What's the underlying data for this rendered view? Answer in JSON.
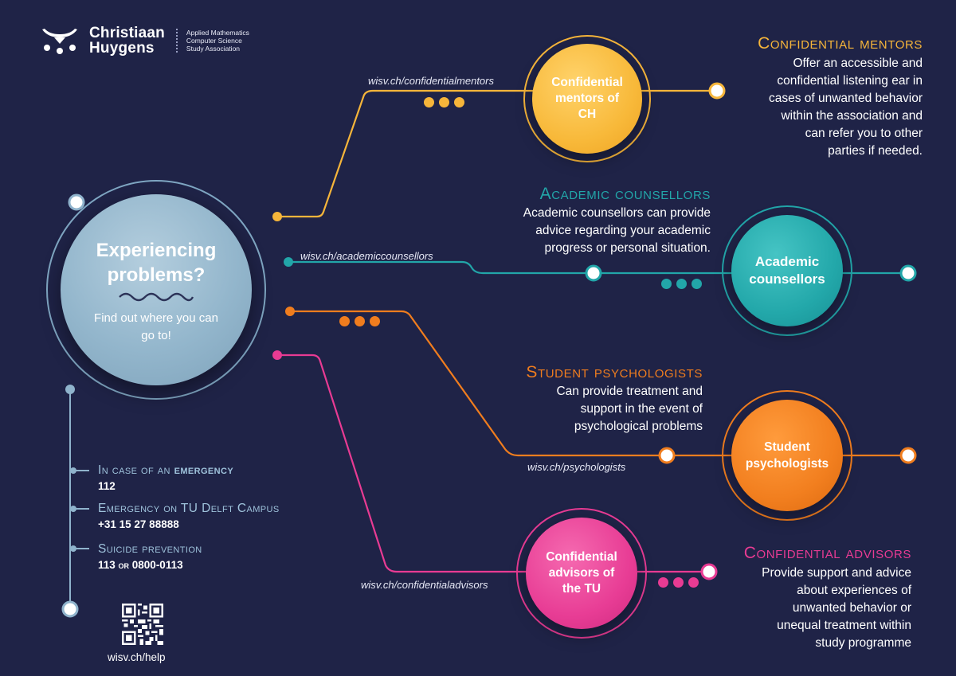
{
  "logo": {
    "name_line1": "Christiaan",
    "name_line2": "Huygens",
    "sub_line1": "Applied Mathematics",
    "sub_line2": "Computer Science",
    "sub_line3": "Study Association",
    "icon": "owl-logo-icon"
  },
  "center": {
    "title": "Experiencing problems?",
    "subtitle": "Find out where you can go to!"
  },
  "colors": {
    "background": "#1f2347",
    "mentors": "#f6b53a",
    "counsellors": "#22a6a9",
    "psychologists": "#f07d1e",
    "advisors": "#e83b93",
    "center": "#8fb3cc"
  },
  "services": [
    {
      "circle_label": "Confidential mentors of CH",
      "heading": "Confidential mentors",
      "description": "Offer an accessible and\nconfidential listening ear in\ncases of unwanted behavior\nwithin the association and\ncan refer you to other\nparties if needed.",
      "url": "wisv.ch/confidentialmentors"
    },
    {
      "circle_label": "Academic counsellors",
      "heading": "Academic counsellors",
      "description": "Academic counsellors can provide\nadvice regarding your academic\nprogress or personal situation.",
      "url": "wisv.ch/academiccounsellors"
    },
    {
      "circle_label": "Student psychologists",
      "heading": "Student psychologists",
      "description": "Can provide treatment and\nsupport in the event of\npsychological problems",
      "url": "wisv.ch/psychologists"
    },
    {
      "circle_label": "Confidential advisors of the TU",
      "heading": "Confidential advisors",
      "description": "Provide support and advice\nabout experiences of\nunwanted behavior or\nunequal treatment within\nstudy programme",
      "url": "wisv.ch/confidentialadvisors"
    }
  ],
  "emergency": [
    {
      "title_prefix": "In case of an ",
      "title_bold": "emergency",
      "value": "112"
    },
    {
      "title_prefix": "Emergency on TU Delft Campus",
      "title_bold": "",
      "value": "+31 15 27 88888"
    },
    {
      "title_prefix": "Suicide prevention",
      "title_bold": "",
      "value_a": "113 ",
      "value_or": "or",
      "value_b": " 0800-0113"
    }
  ],
  "qr": {
    "icon": "qr-code-icon",
    "url": "wisv.ch/help"
  }
}
